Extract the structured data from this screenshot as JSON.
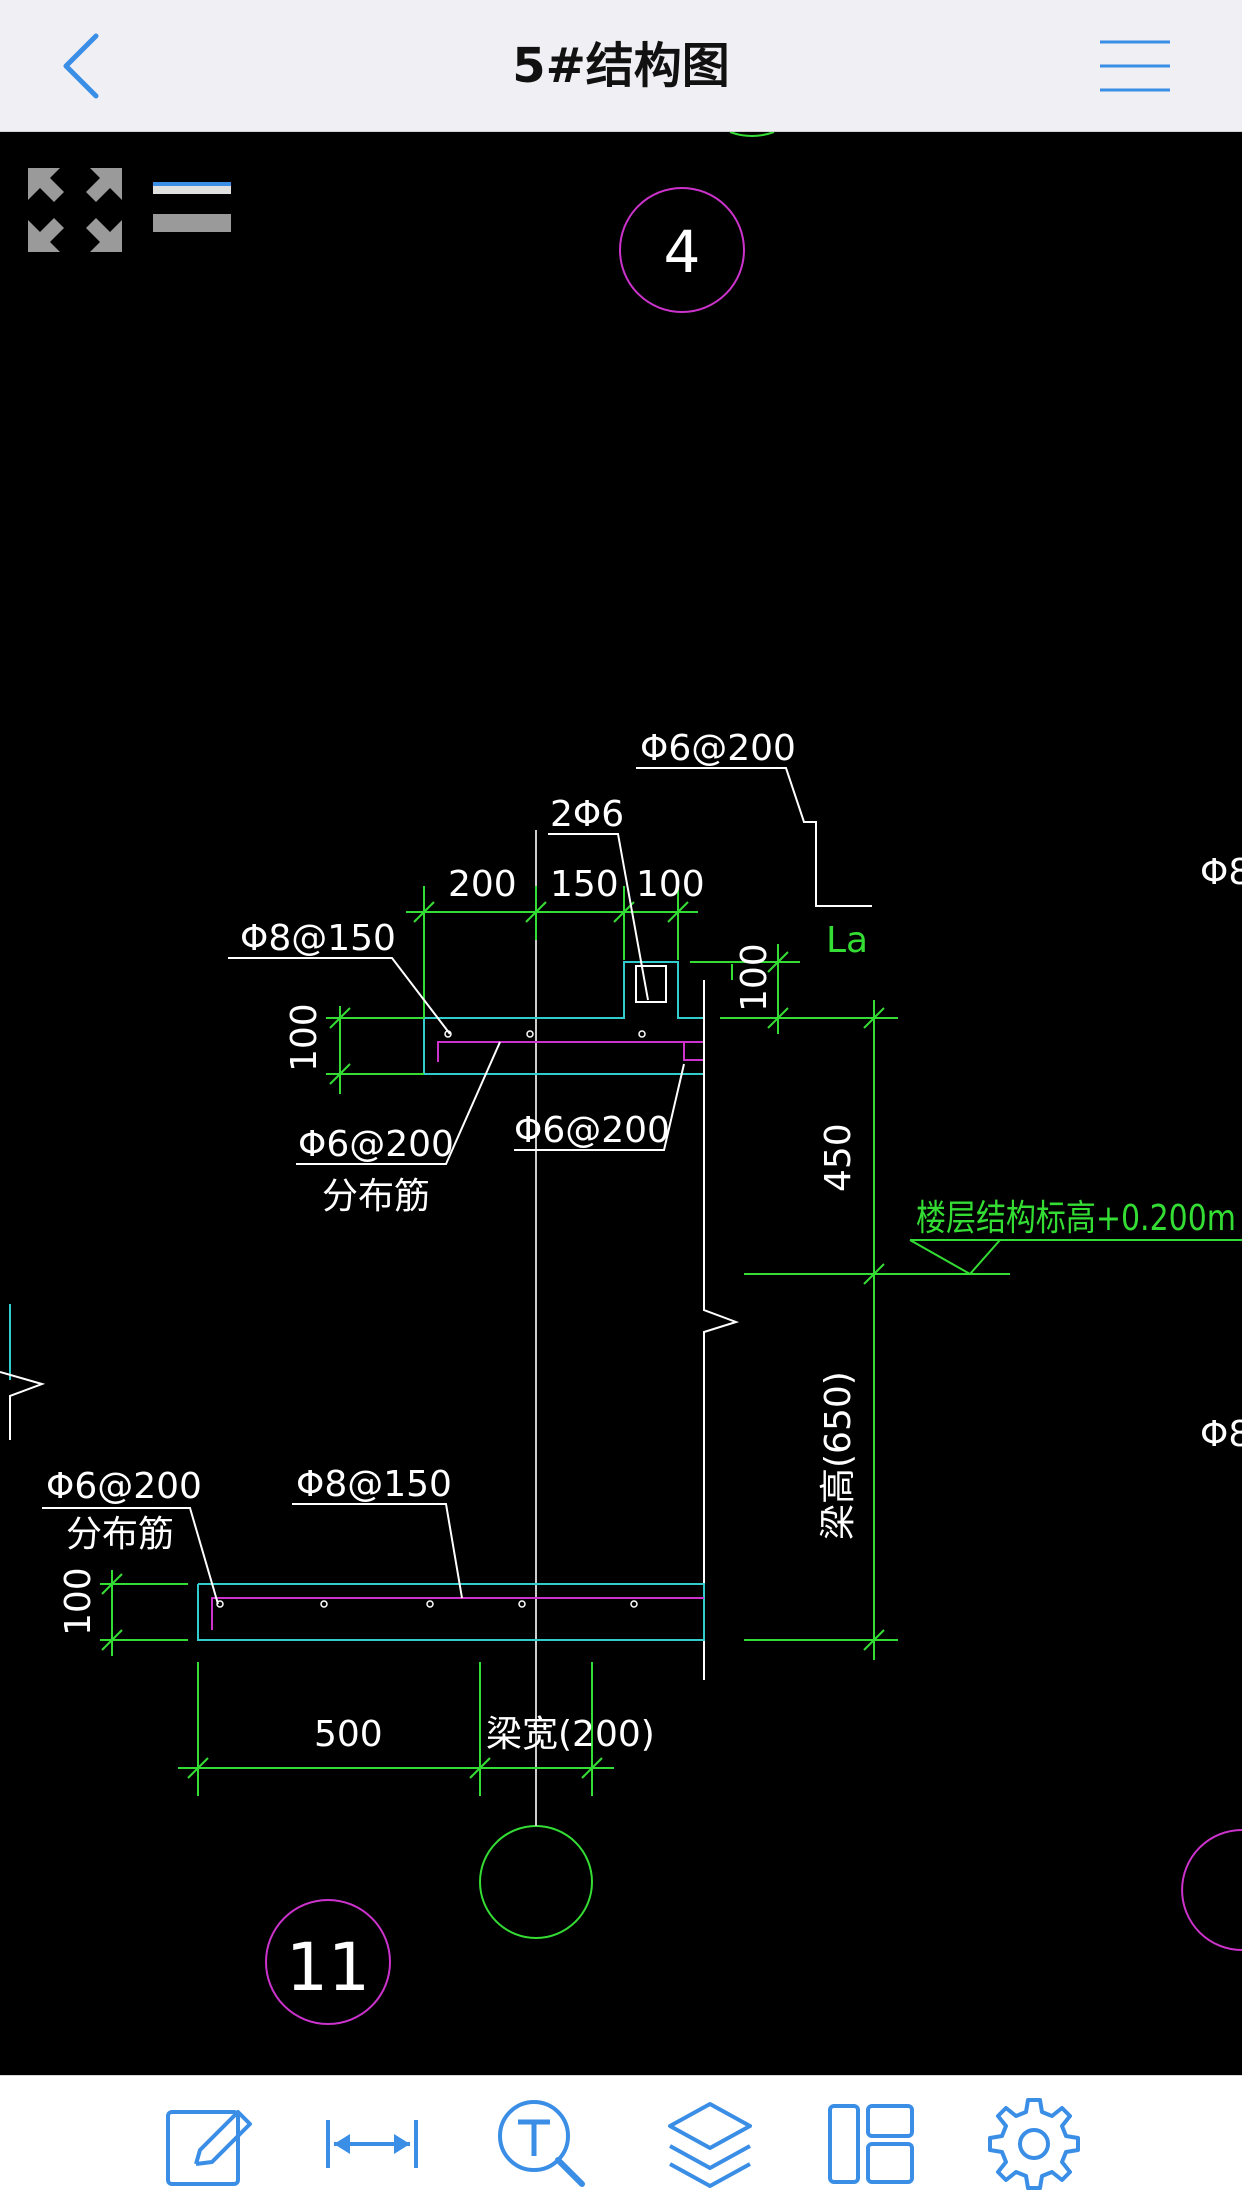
{
  "header": {
    "title": "5#结构图",
    "back_icon": "chevron-left-icon",
    "menu_icon": "hamburger-menu-icon"
  },
  "canvas_controls": {
    "fullscreen_icon": "expand-arrows-icon",
    "layers_icon": "two-bars-icon"
  },
  "drawing": {
    "axis_top": "4",
    "axis_bottom": "11",
    "label_phi6_200_top": "Φ6@200",
    "label_2phi6": "2Φ6",
    "dim_200": "200",
    "dim_150": "150",
    "dim_100_top": "100",
    "label_La": "La",
    "label_phi8_150_top": "Φ8@150",
    "dim_100_left": "100",
    "dim_100_right": "100",
    "label_phi6_200_dist": "Φ6@200",
    "label_dist_rebar_1": "分布筋",
    "label_phi6_200_mid": "Φ6@200",
    "dim_450": "450",
    "label_floor_elev": "楼层结构标高+0.200m",
    "label_beam_height": "梁高(650)",
    "label_phi6_200_bottom": "Φ6@200",
    "label_dist_rebar_2": "分布筋",
    "label_phi8_150_bottom": "Φ8@150",
    "dim_100_bottom": "100",
    "dim_500": "500",
    "label_beam_width": "梁宽(200)",
    "label_phi8_edge_1": "Φ8",
    "label_phi8_edge_2": "Φ8"
  },
  "toolbar": {
    "items": [
      {
        "icon": "edit-pencil-icon"
      },
      {
        "icon": "measure-arrow-icon"
      },
      {
        "icon": "text-search-icon"
      },
      {
        "icon": "layers-icon"
      },
      {
        "icon": "layout-icon"
      },
      {
        "icon": "settings-gear-icon"
      }
    ]
  },
  "colors": {
    "accent": "#3a8ee6",
    "cad_white": "#ffffff",
    "cad_green": "#33dd33",
    "cad_cyan": "#33cccc",
    "cad_magenta": "#cc33cc"
  }
}
